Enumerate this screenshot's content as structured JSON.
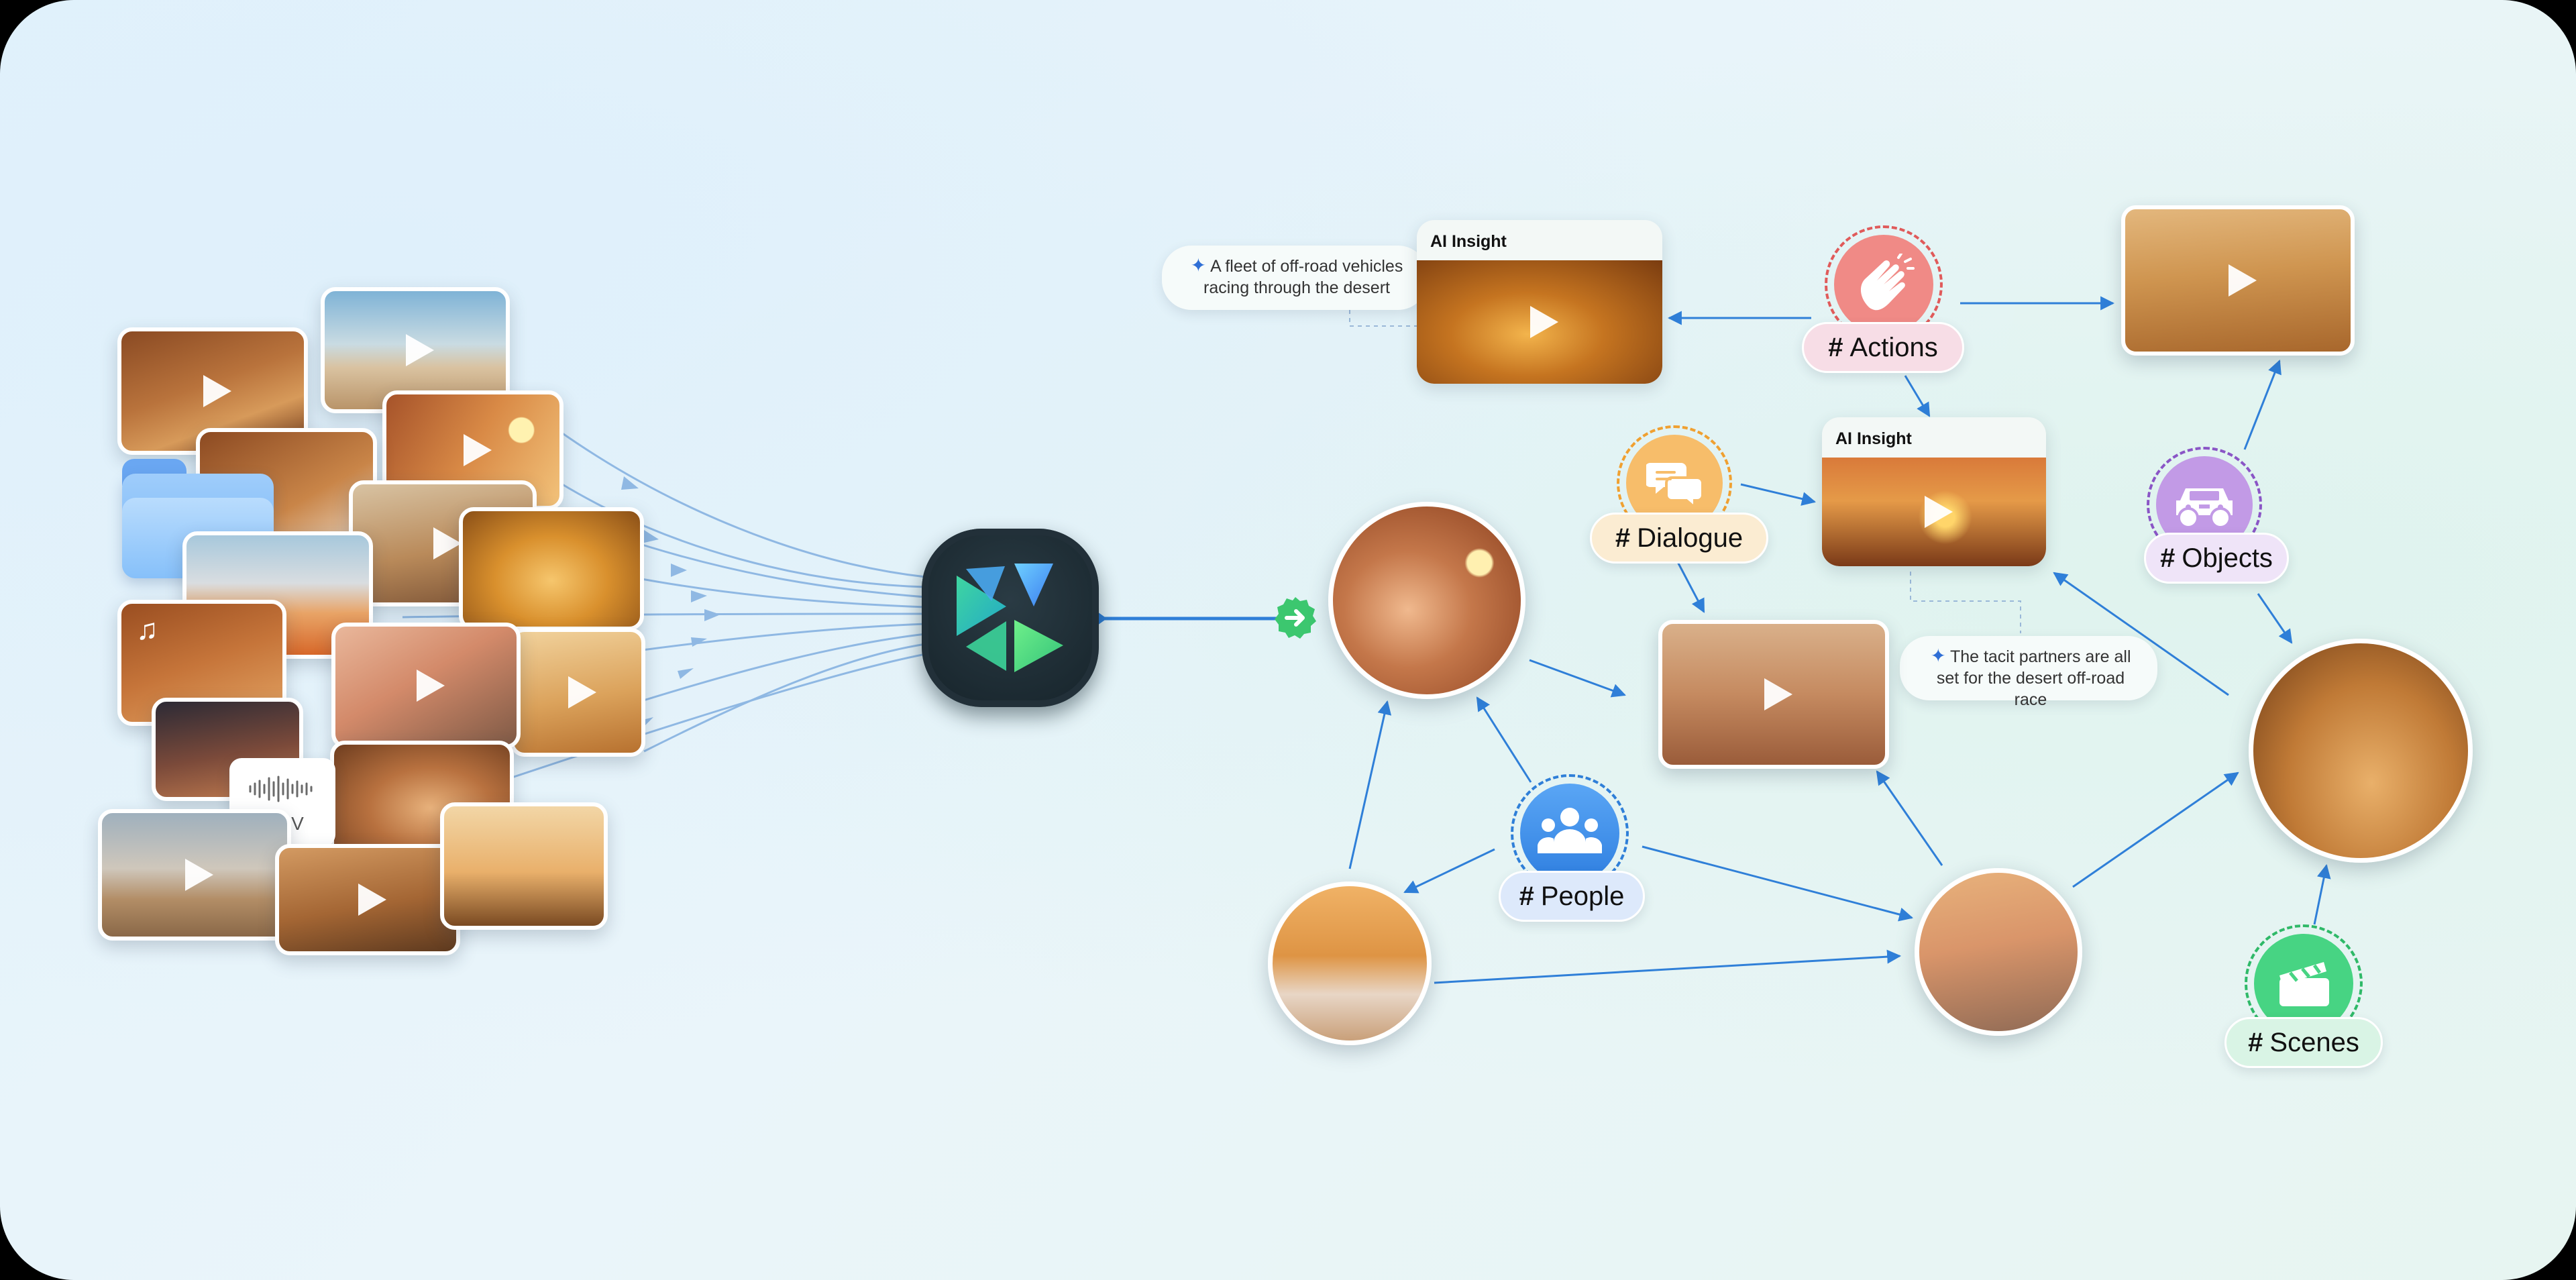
{
  "audio_tile": {
    "label": "WAV"
  },
  "tags": {
    "actions": {
      "label": "Actions",
      "color": "#ef7b7b"
    },
    "dialogue": {
      "label": "Dialogue",
      "color": "#f6b251"
    },
    "objects": {
      "label": "Objects",
      "color": "#b486e0"
    },
    "people": {
      "label": "People",
      "color": "#3f8ae8"
    },
    "scenes": {
      "label": "Scenes",
      "color": "#3fcd7e"
    }
  },
  "tag_prefix": "#",
  "insight_cards": [
    {
      "header": "AI Insight"
    },
    {
      "header": "AI Insight"
    }
  ],
  "callouts": [
    {
      "text": "A fleet of off-road vehicles racing through the desert"
    },
    {
      "text": "The tacit partners are all set for the desert off-road race"
    }
  ],
  "colors": {
    "arrow": "#2f7fd8",
    "logo_bg": "#1b2a33",
    "go_badge": "#3cc76f"
  }
}
